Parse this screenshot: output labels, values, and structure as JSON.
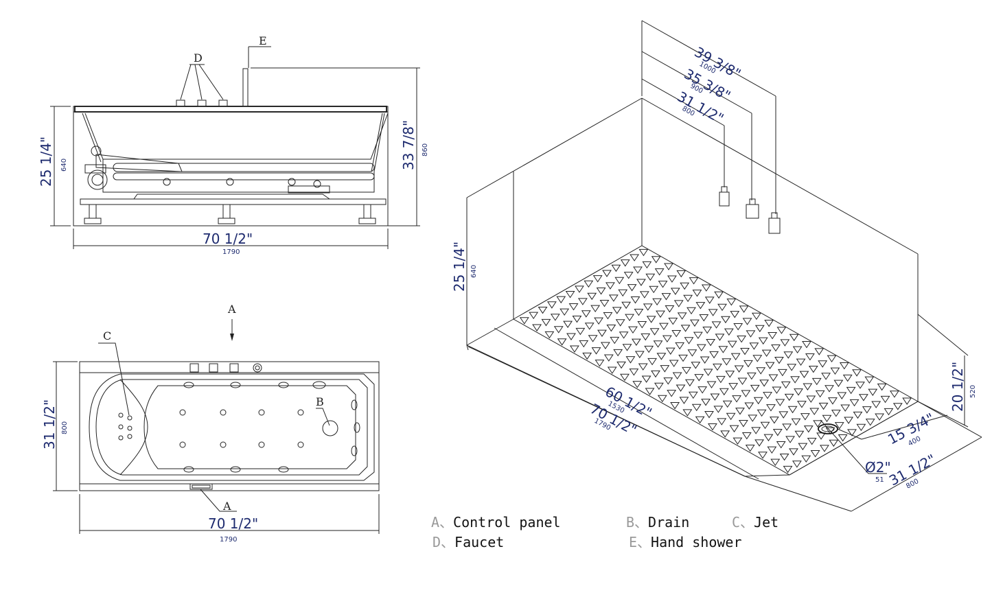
{
  "side_view": {
    "height_in": "25 1/4\"",
    "height_mm": "640",
    "total_height_in": "33 7/8\"",
    "total_height_mm": "860",
    "length_in": "70 1/2\"",
    "length_mm": "1790",
    "label_d": "D",
    "label_e": "E"
  },
  "top_view": {
    "width_in": "31 1/2\"",
    "width_mm": "800",
    "length_in": "70 1/2\"",
    "length_mm": "1790",
    "label_a_top": "A",
    "label_a_bottom": "A",
    "label_b": "B",
    "label_c": "C"
  },
  "iso_view": {
    "d1_in": "39 3/8\"",
    "d1_mm": "1000",
    "d2_in": "35 3/8\"",
    "d2_mm": "900",
    "d3_in": "31 1/2\"",
    "d3_mm": "800",
    "height_in": "25 1/4\"",
    "height_mm": "640",
    "inner_len_in": "60 1/2\"",
    "inner_len_mm": "1530",
    "len_in": "70 1/2\"",
    "len_mm": "1790",
    "depth_in": "20 1/2\"",
    "depth_mm": "520",
    "drain_off_in": "15 3/4\"",
    "drain_off_mm": "400",
    "drain_dia_in": "Ø2\"",
    "drain_dia_mm": "51",
    "width_in": "31 1/2\"",
    "width_mm": "800"
  },
  "legend": {
    "a_letter": "A、",
    "a_text": "Control panel",
    "b_letter": "B、",
    "b_text": "Drain",
    "c_letter": "C、",
    "c_text": "Jet",
    "d_letter": "D、",
    "d_text": "Faucet",
    "e_letter": "E、",
    "e_text": "Hand shower"
  }
}
